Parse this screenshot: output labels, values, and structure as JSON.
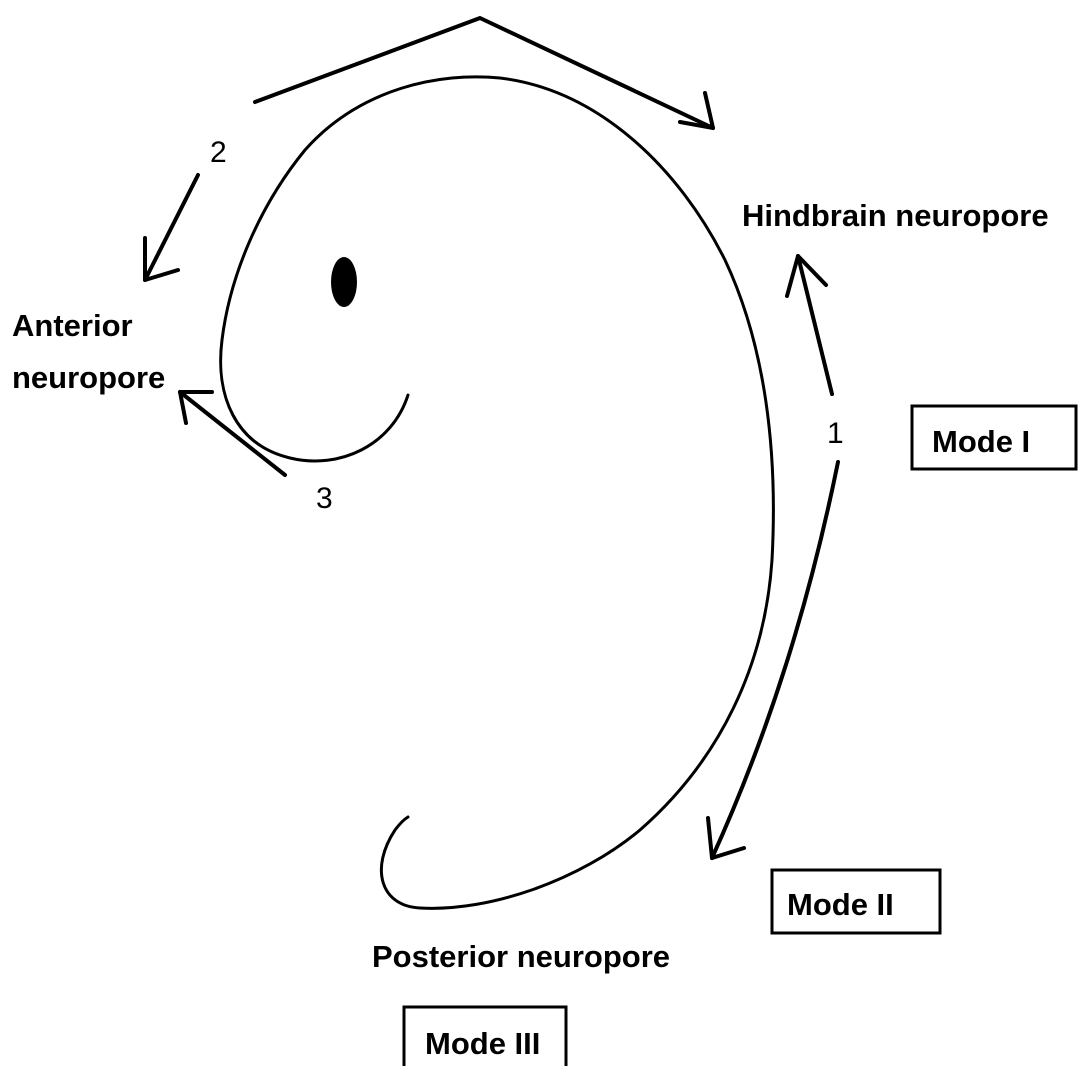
{
  "labels": {
    "hindbrain": "Hindbrain neuropore",
    "anterior_line1": "Anterior",
    "anterior_line2": "neuropore",
    "posterior": "Posterior neuropore"
  },
  "closure_points": {
    "one": "1",
    "two": "2",
    "three": "3"
  },
  "modes": {
    "mode1": "Mode I",
    "mode2": "Mode II",
    "mode3": "Mode III"
  },
  "colors": {
    "line": "#000000",
    "background": "#ffffff"
  }
}
